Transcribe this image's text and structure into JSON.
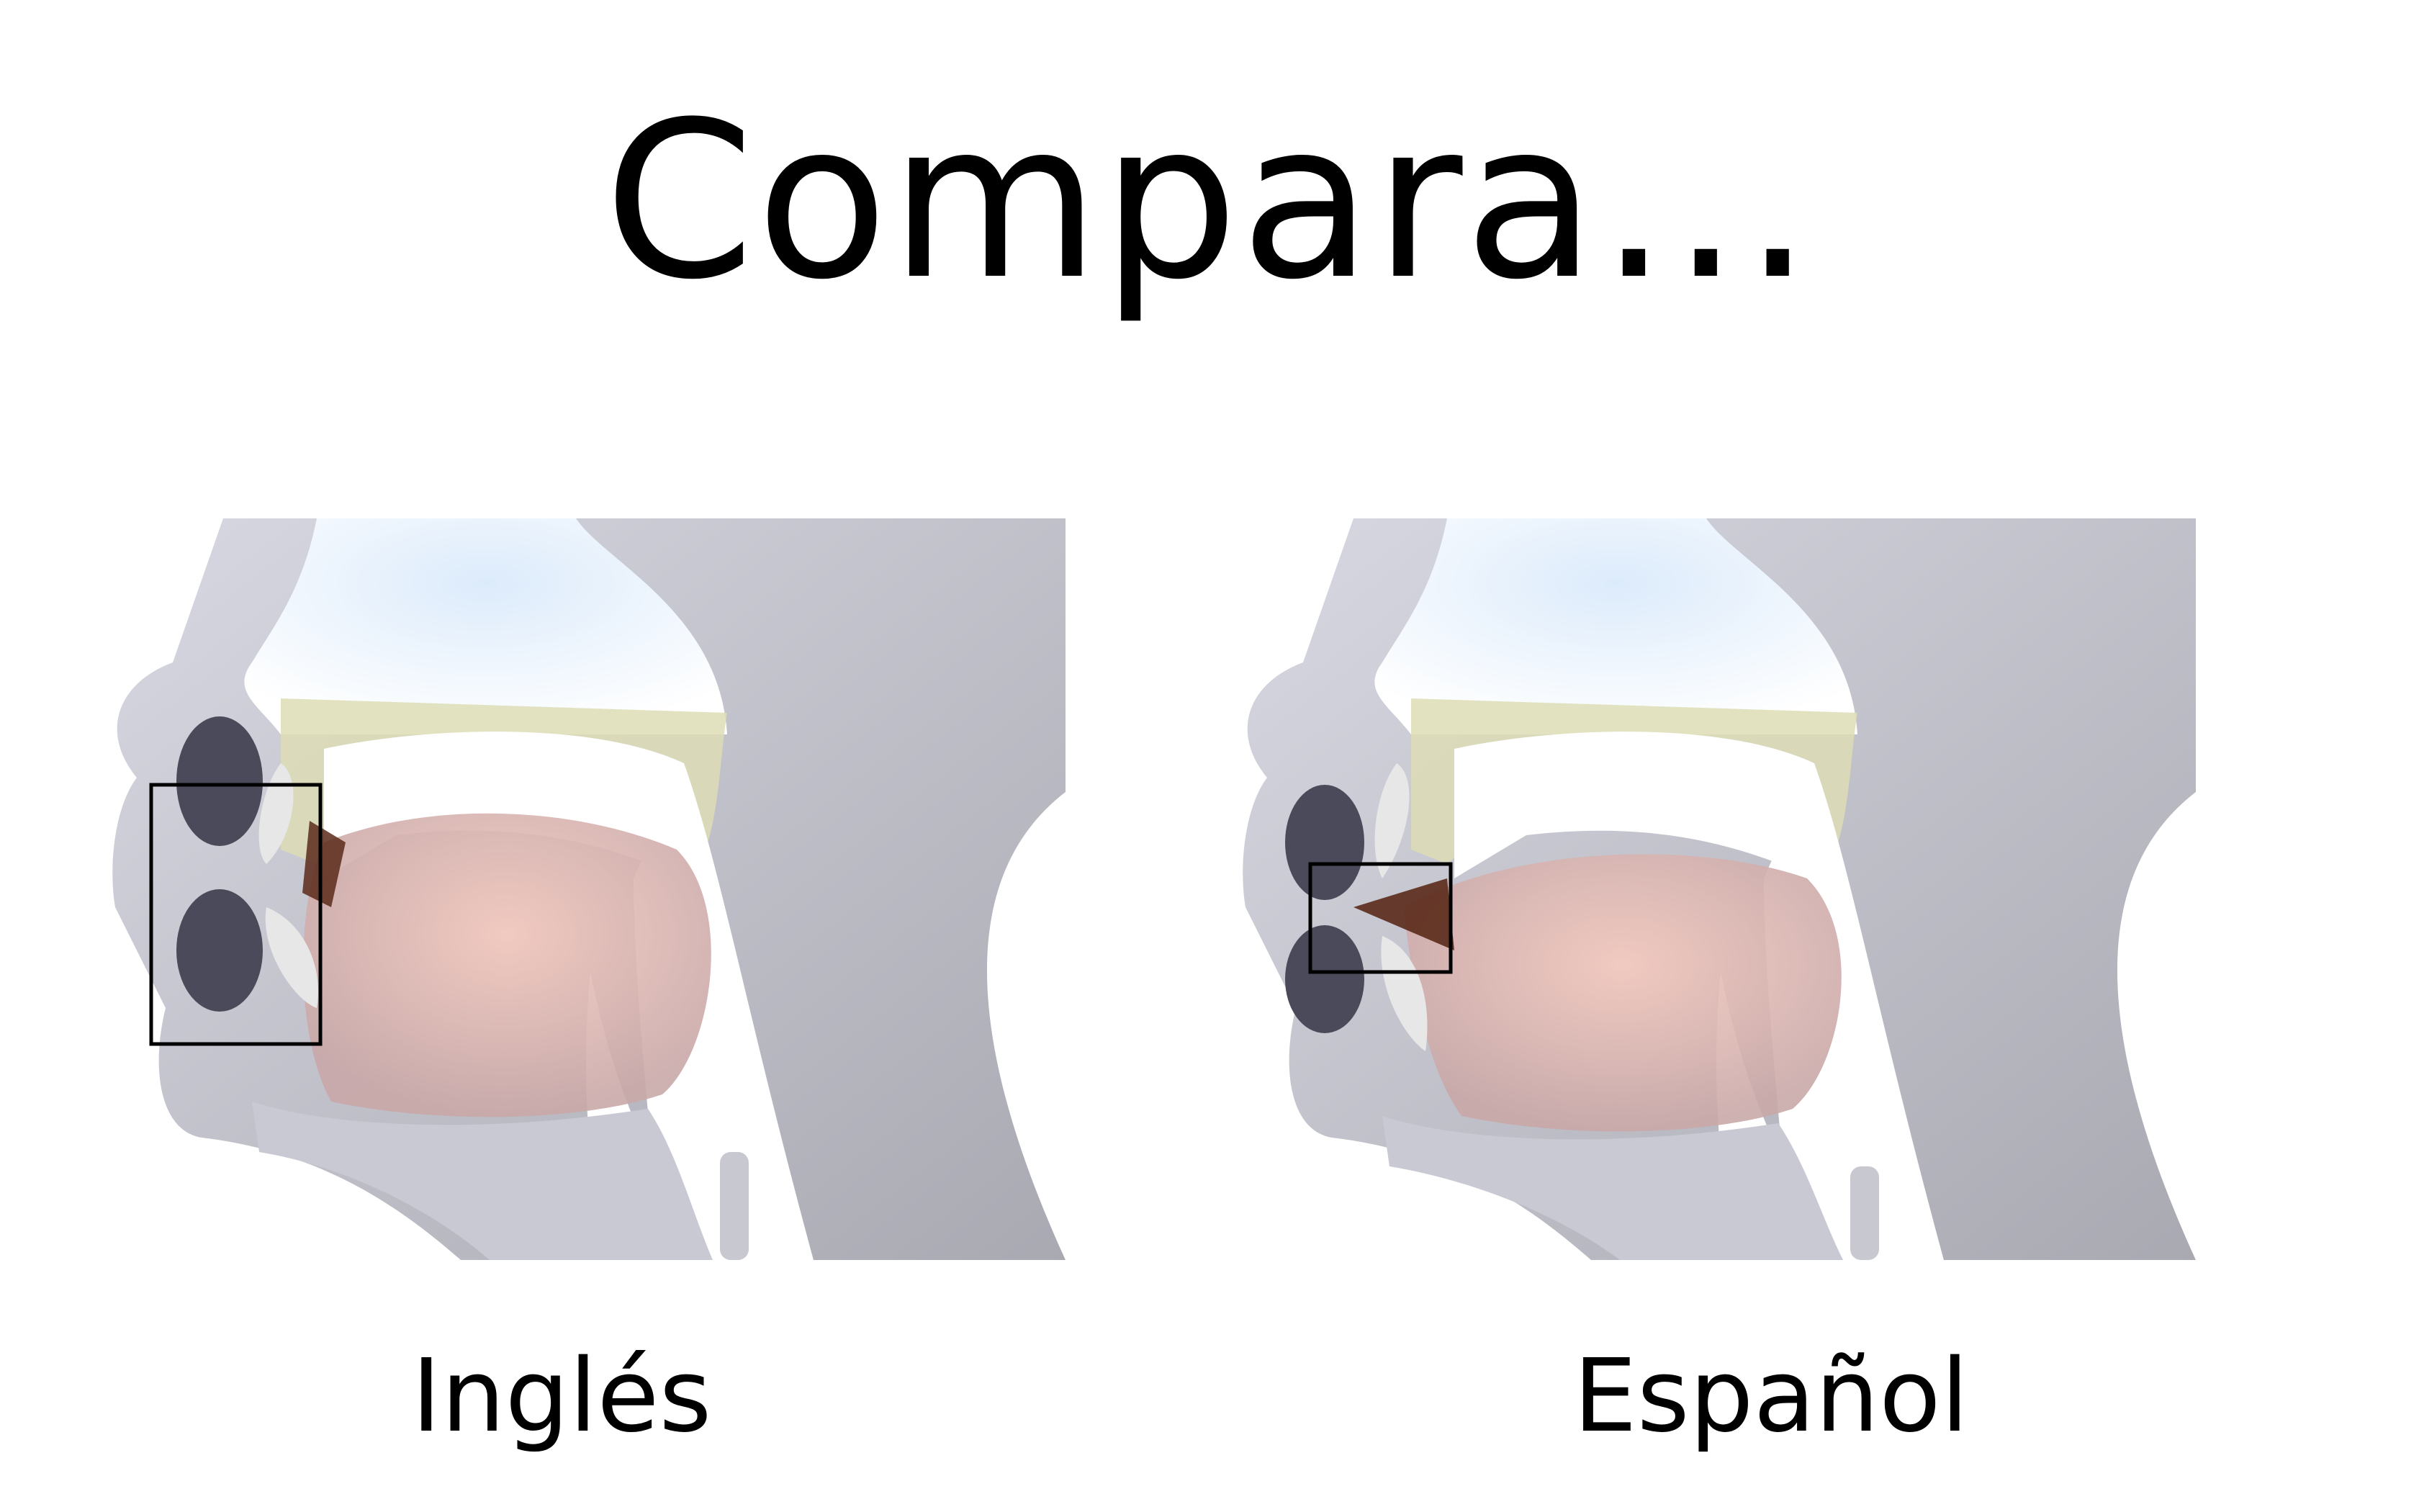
{
  "title": "Compara…",
  "panels": [
    {
      "caption": "Inglés"
    },
    {
      "caption": "Español"
    }
  ],
  "colors": {
    "head": "#c9c9d4",
    "nasal_cavity": "#e6f1fb",
    "palate": "#ddddb6",
    "tongue": "#f3c8bf",
    "lips": "#4a4a5a",
    "teeth": "#e7e7e7",
    "highlight_box": "#000000"
  }
}
